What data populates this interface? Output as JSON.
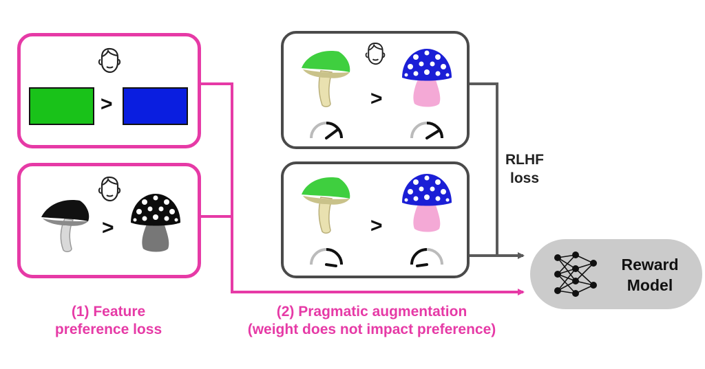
{
  "comparison_symbol": ">",
  "labels": {
    "feature_loss_line1": "(1) Feature",
    "feature_loss_line2": "preference loss",
    "augmentation_line1": "(2) Pragmatic augmentation",
    "augmentation_line2": "(weight does not impact preference)",
    "rlhf_line1": "RLHF",
    "rlhf_line2": "loss"
  },
  "reward_model": {
    "line1": "Reward",
    "line2": "Model"
  },
  "colors": {
    "pink": "#e63aa6",
    "grey_border": "#4a4a4a",
    "green": "#19c219",
    "blue": "#0a1ee0",
    "mushroom_cap_green": "#3fcf3f",
    "mushroom_cap_blue": "#1b1fd6",
    "stem_beige": "#e9e1b0",
    "stem_pink": "#f4a9d6",
    "reward_model_bg": "#cbcbcb"
  },
  "icons": [
    "human-head-icon",
    "green-rectangle",
    "blue-rectangle",
    "mushroom-icon",
    "speedometer-icon",
    "neural-network-icon"
  ]
}
